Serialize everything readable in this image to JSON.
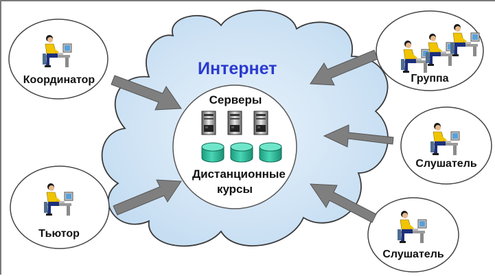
{
  "cloud": {
    "title": "Интернет"
  },
  "server_hub": {
    "servers_label": "Серверы",
    "courses_label_line1": "Дистанционные",
    "courses_label_line2": "курсы"
  },
  "participants": {
    "coordinator": "Координатор",
    "tutor": "Тьютор",
    "group": "Группа",
    "listener_1": "Слушатель",
    "listener_2": "Слушатель"
  },
  "colors": {
    "title": "#2a3ad0",
    "cloud_fill": "#cfe3f5",
    "cloud_stroke": "#3a3a3a",
    "arrow": "#7f7f7f",
    "disk": "#2fbf9f",
    "shirt": "#f0c400",
    "pants": "#1c2f7a"
  },
  "icons": [
    "computer-user-icon",
    "server-icon",
    "database-disk-icon",
    "arrow-icon"
  ]
}
